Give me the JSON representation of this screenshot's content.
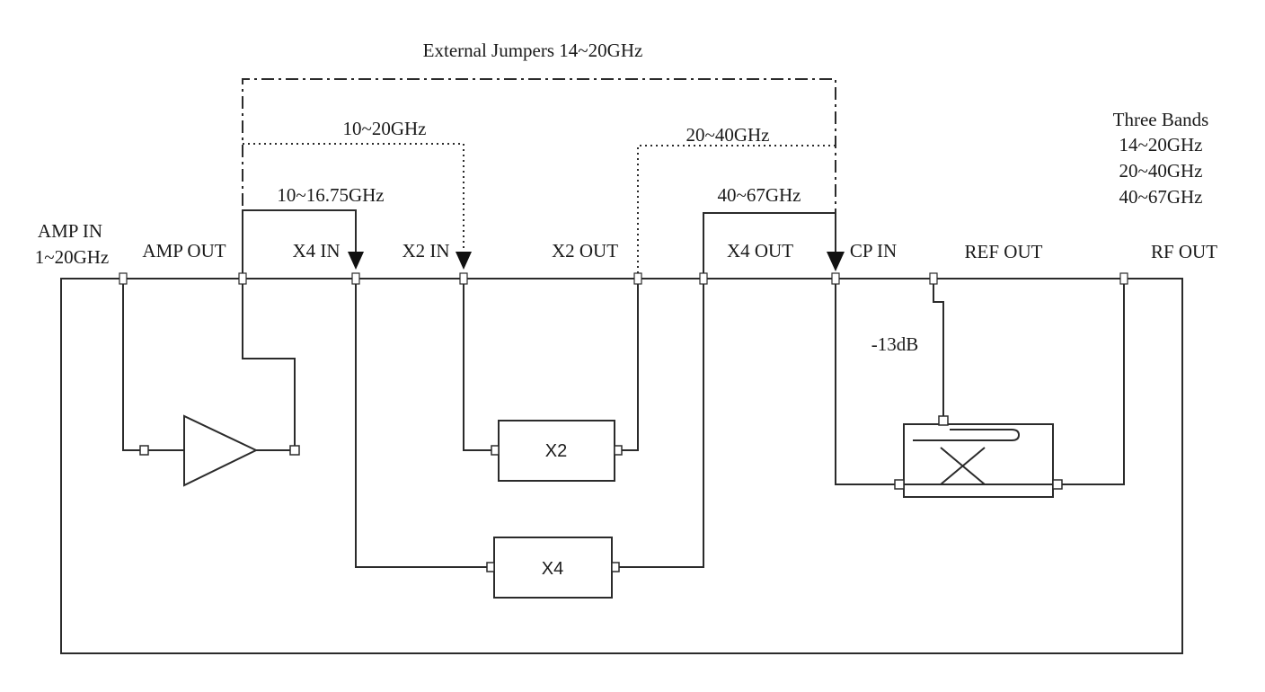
{
  "title": "External Jumpers  14~20GHz",
  "jumpers": {
    "j10_20": "10~20GHz",
    "j20_40": "20~40GHz",
    "j10_1675": "10~16.75GHz",
    "j40_67": "40~67GHz"
  },
  "bands": {
    "heading": "Three Bands",
    "items": [
      "14~20GHz",
      "20~40GHz",
      "40~67GHz"
    ]
  },
  "ports": {
    "amp_in": "AMP IN",
    "amp_in_range": "1~20GHz",
    "amp_out": "AMP OUT",
    "x4_in": "X4 IN",
    "x2_in": "X2 IN",
    "x2_out": "X2 OUT",
    "x4_out": "X4 OUT",
    "cp_in": "CP IN",
    "ref_out": "REF OUT",
    "rf_out": "RF OUT"
  },
  "blocks": {
    "x2": "X2",
    "x4": "X4"
  },
  "coupling": "-13dB"
}
